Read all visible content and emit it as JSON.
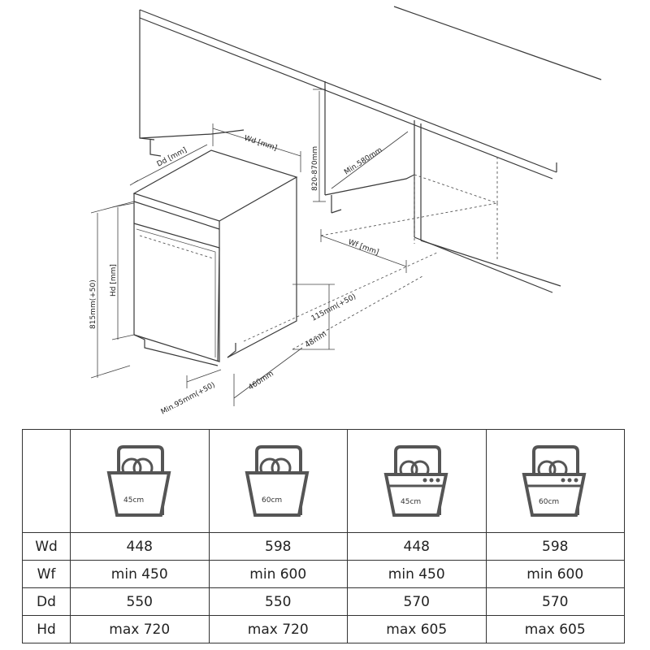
{
  "diagram": {
    "labels": {
      "wd": "Wd [mm]",
      "dd": "Dd [mm]",
      "height_range": "820-870mm",
      "min_depth": "Min.580mm",
      "wf": "Wf [mm]",
      "plinth_height": "115mm(+50)",
      "plinth_gap": "48mm",
      "front_depth": "460mm",
      "height_total": "815mm(+50)",
      "hd": "Hd [mm]",
      "min_bottom": "Min.95mm(+50)"
    }
  },
  "table": {
    "icons": [
      {
        "name": "integrated-45",
        "label": "45cm",
        "panel": false
      },
      {
        "name": "integrated-60",
        "label": "60cm",
        "panel": false
      },
      {
        "name": "semi-integrated-45",
        "label": "45cm",
        "panel": true
      },
      {
        "name": "semi-integrated-60",
        "label": "60cm",
        "panel": true
      }
    ],
    "rows": [
      {
        "label": "Wd",
        "values": [
          "448",
          "598",
          "448",
          "598"
        ]
      },
      {
        "label": "Wf",
        "values": [
          "min 450",
          "min 600",
          "min 450",
          "min 600"
        ]
      },
      {
        "label": "Dd",
        "values": [
          "550",
          "550",
          "570",
          "570"
        ]
      },
      {
        "label": "Hd",
        "values": [
          "max 720",
          "max 720",
          "max 605",
          "max 605"
        ]
      }
    ]
  }
}
